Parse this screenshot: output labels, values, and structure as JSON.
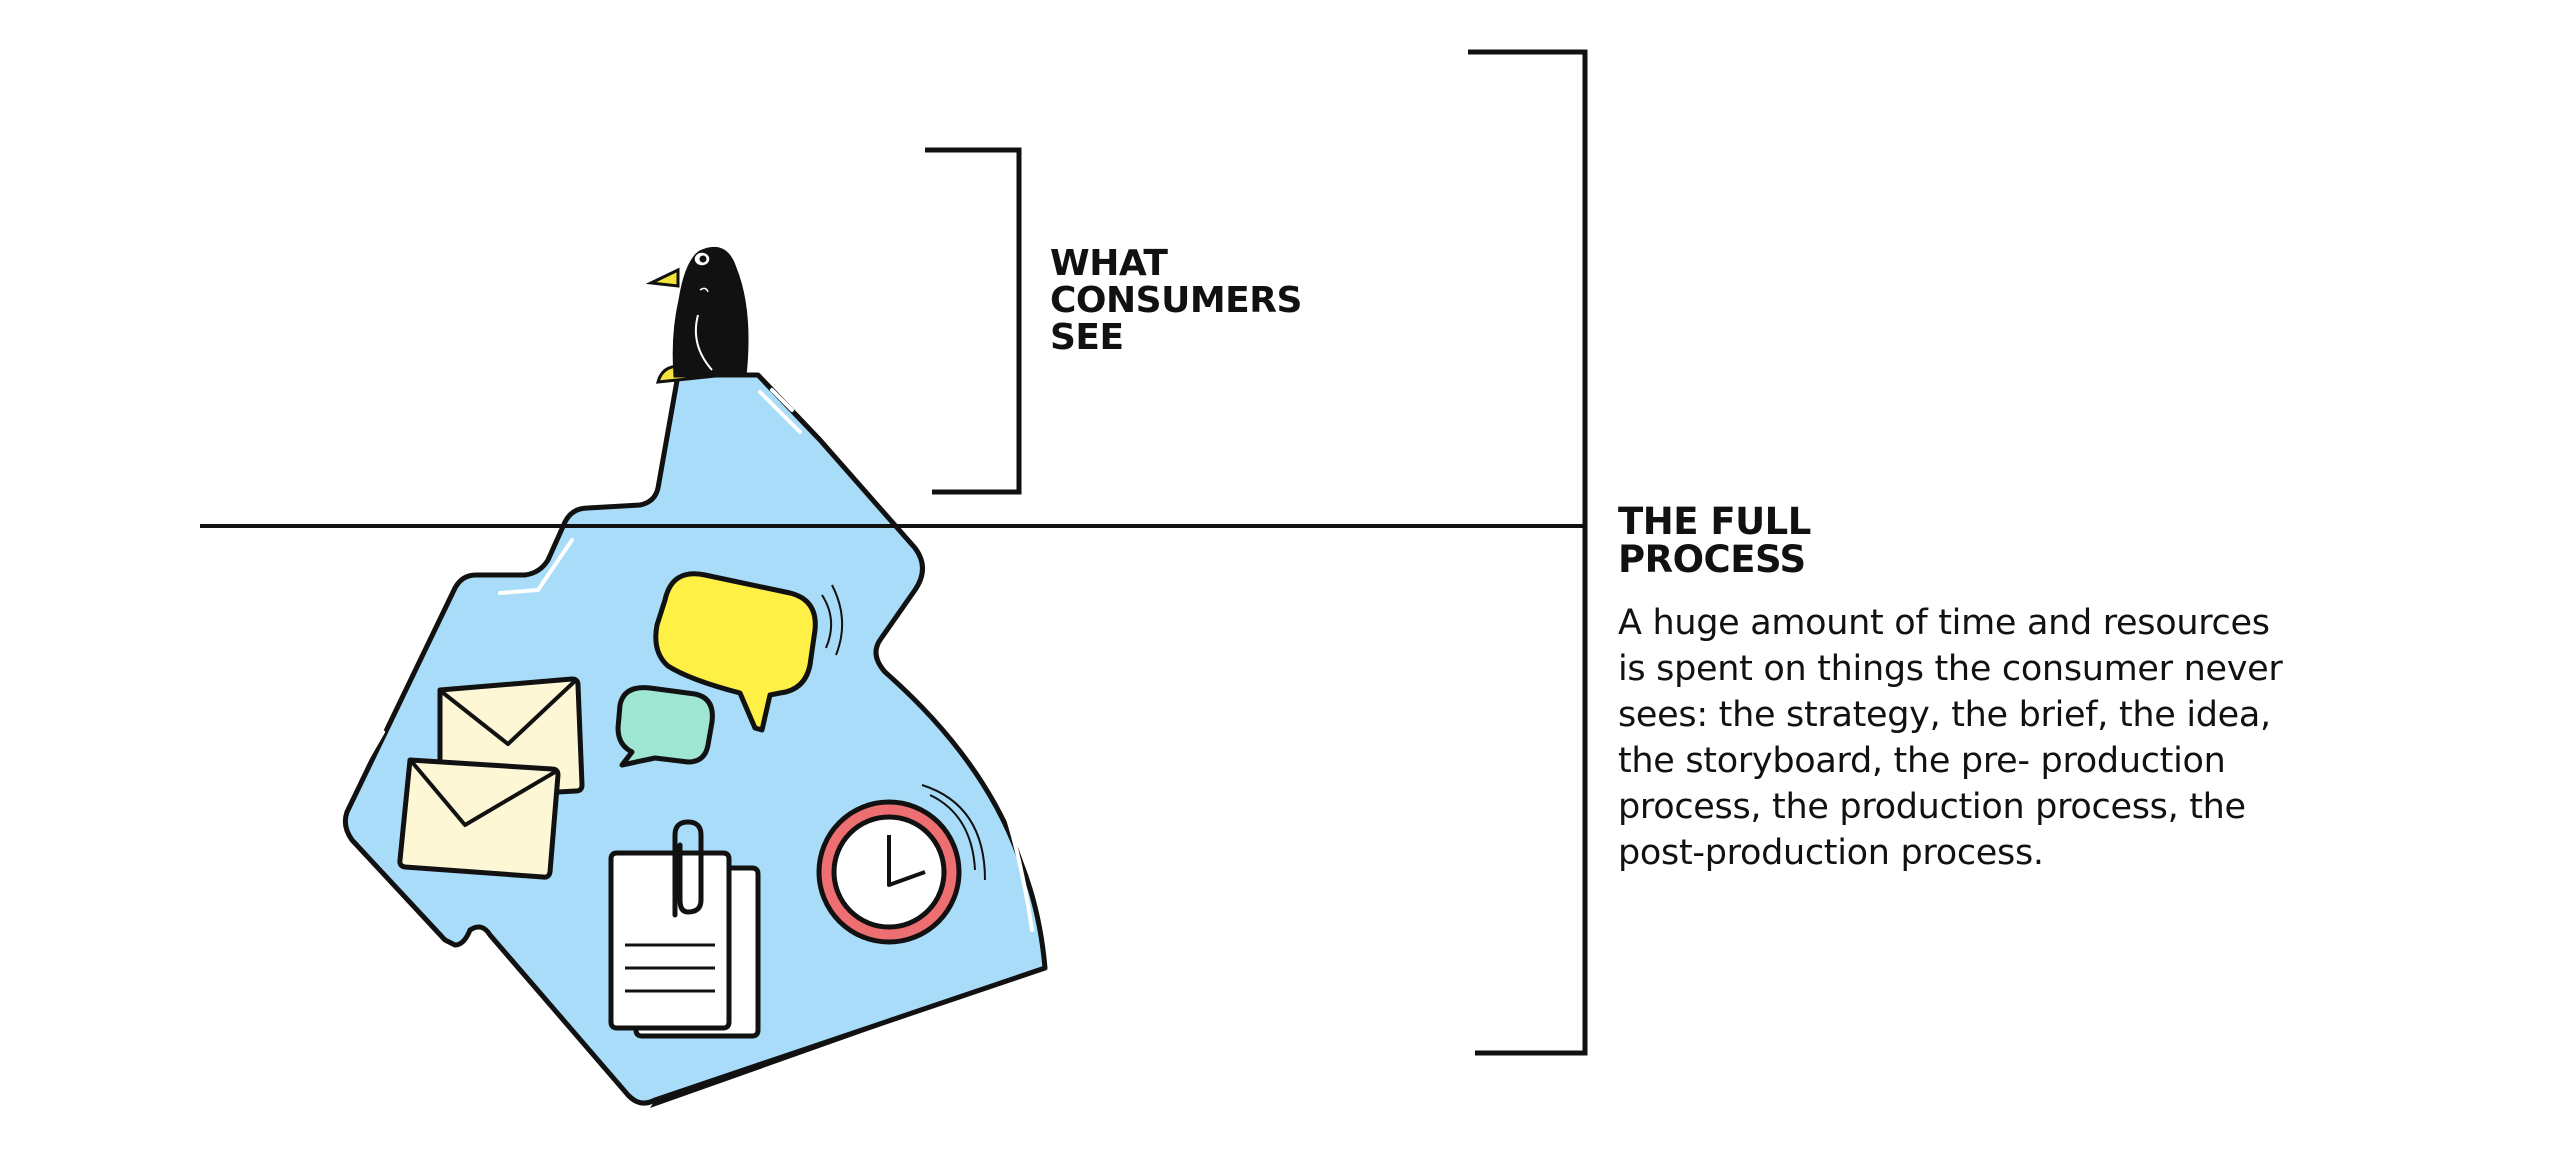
{
  "colors": {
    "ice": "#a8dcf8",
    "outline": "#111111",
    "speech_bubble": "#fff046",
    "small_bubble": "#9ee6d2",
    "envelope": "#fdf7d6",
    "clock_ring": "#ee6f72",
    "penguin_beak": "#f2e23a"
  },
  "icons": [
    "penguin-icon",
    "speech-bubble-icon",
    "small-speech-bubble-icon",
    "envelope-icon",
    "document-with-paperclip-icon",
    "clock-icon"
  ],
  "labels": {
    "consumers_lines": [
      "WHAT",
      "CONSUMERS",
      "SEE"
    ],
    "process_title_lines": [
      "THE FULL",
      "PROCESS"
    ],
    "process_body_lines": [
      "A huge amount of time and resources",
      "is spent on things the consumer never",
      "sees: the strategy, the brief, the idea,",
      "the storyboard, the pre- production",
      "process, the production process, the",
      "post-production process."
    ]
  }
}
